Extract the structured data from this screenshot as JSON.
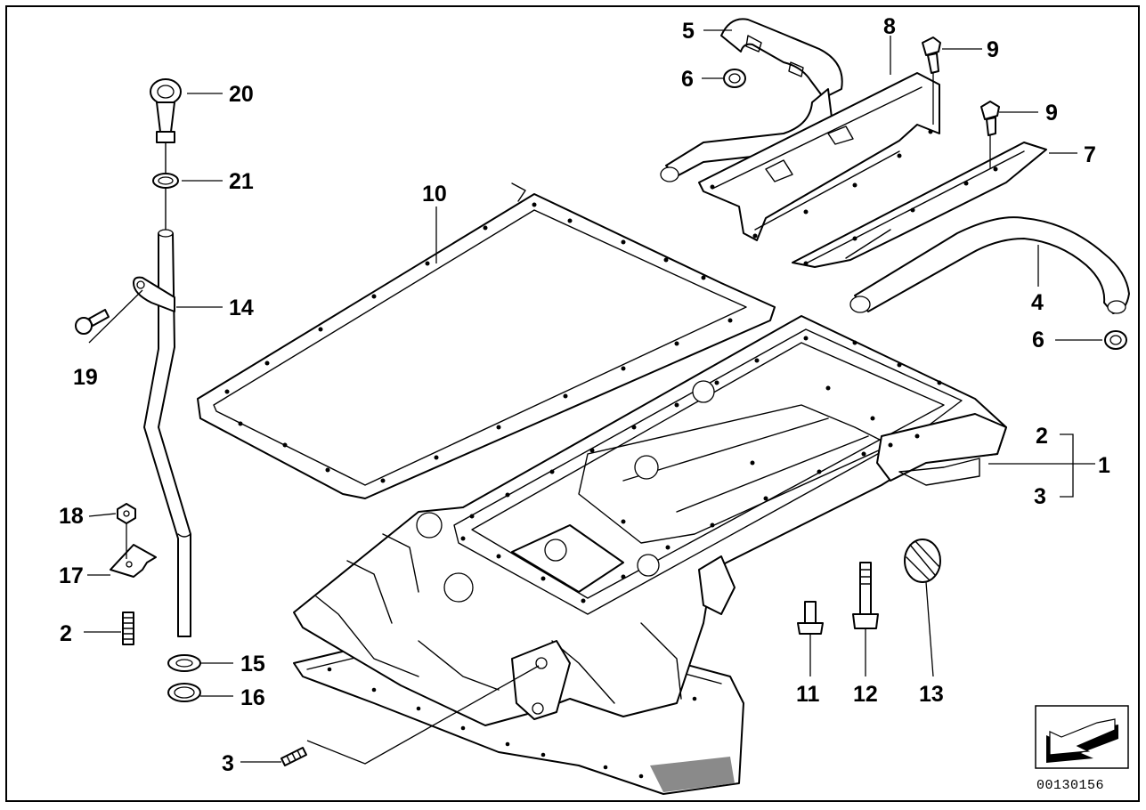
{
  "diagram": {
    "reference_number": "00130156",
    "callouts": [
      "1",
      "2",
      "2",
      "3",
      "3",
      "4",
      "5",
      "6",
      "6",
      "7",
      "8",
      "9",
      "9",
      "10",
      "11",
      "12",
      "13",
      "14",
      "15",
      "16",
      "17",
      "18",
      "19",
      "20",
      "21"
    ],
    "icons": [
      "diagram-frame-icon",
      "arrow-badge-icon"
    ]
  }
}
